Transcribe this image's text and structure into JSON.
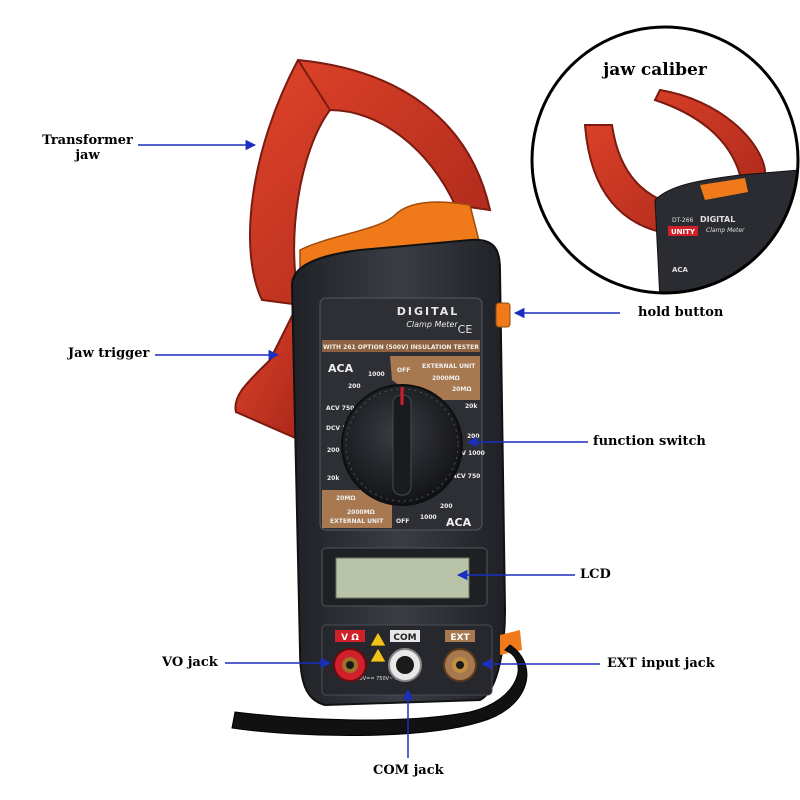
{
  "labels": {
    "transformer_jaw_line1": "Transformer",
    "transformer_jaw_line2": "jaw",
    "jaw_trigger": "Jaw trigger",
    "hold_button": "hold button",
    "function_switch": "function switch",
    "lcd": "LCD",
    "vo_jack": "VO jack",
    "ext_input_jack": "EXT input jack",
    "com_jack": "COM jack"
  },
  "inset": {
    "title": "jaw caliber",
    "brand_model": "DT-266",
    "brand_text": "DIGITAL",
    "brand_script": "Clamp Meter",
    "logo": "UNITY",
    "aca_label": "ACA"
  },
  "device": {
    "brand_text": "DIGITAL",
    "brand_script": "Clamp Meter",
    "ce_mark": "CE",
    "option_strip": "WITH 261 OPTION (500V) INSULATION TESTER",
    "dial": {
      "aca_top": "ACA",
      "aca_top_200": "200",
      "aca_top_1000": "1000",
      "off_top": "OFF",
      "external_unit_top": "EXTERNAL UNIT",
      "mohm_2000_top": "2000MΩ",
      "mohm_20_top": "20MΩ",
      "acv_750": "ACV 750",
      "dcv_1000": "DCV 1000",
      "ohm_200": "200",
      "ohm_20k": "20k",
      "right_20k": "20k",
      "right_200": "200",
      "right_dcv_1000": "DCV 1000",
      "right_acv_750": "ACV 750",
      "mohm_20_bottom": "20MΩ",
      "mohm_2000_bottom": "2000MΩ",
      "external_unit_bottom": "EXTERNAL UNIT",
      "off_bottom": "OFF",
      "bottom_1000": "1000",
      "bottom_200": "200",
      "aca_bottom": "ACA"
    },
    "jacks": {
      "vohm_label": "V Ω",
      "com_label": "COM",
      "ext_label": "EXT",
      "rating": "1000V== 750V~ MAX"
    }
  },
  "colors": {
    "jaw_red": "#c8301c",
    "jaw_dark_red": "#8a1c10",
    "body_dark": "#2a2c31",
    "body_mid": "#3b3e45",
    "orange_trim": "#f07a1a",
    "panel_tan": "#a87850",
    "lcd_green": "#b9c3a8",
    "arrow_blue": "#1a2fbf",
    "jack_red": "#d0202a",
    "jack_brass": "#b07a30"
  }
}
